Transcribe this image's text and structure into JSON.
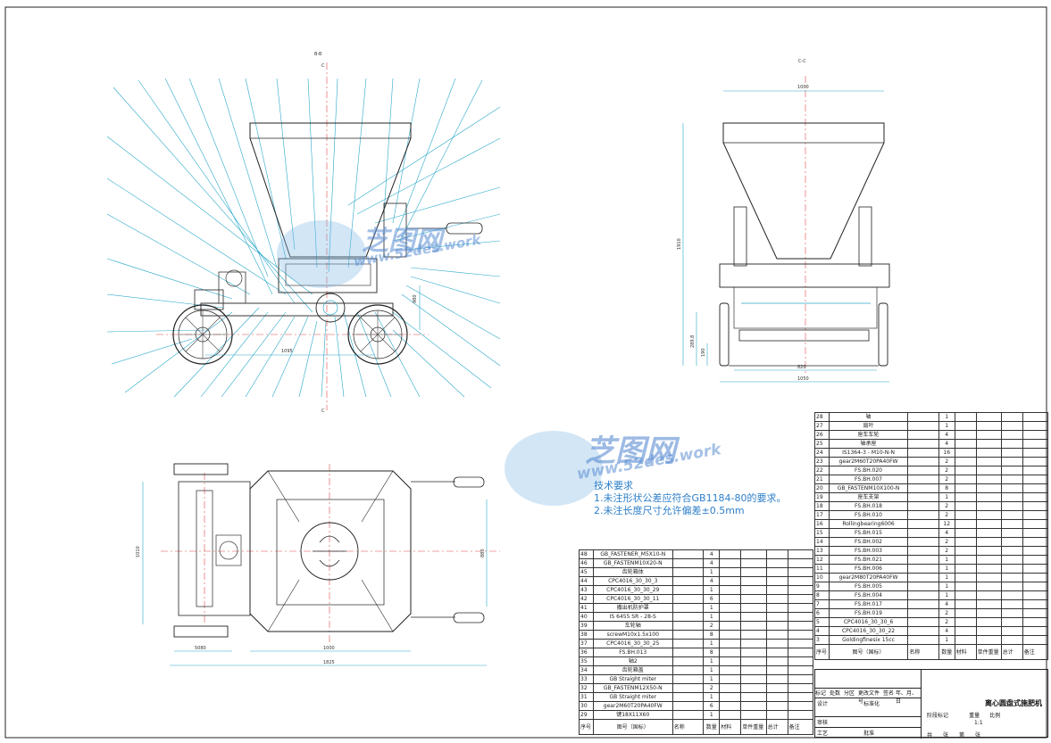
{
  "views": {
    "section_bb": "B-B",
    "section_cc": "C-C",
    "cut_mark_top": "C",
    "cut_mark_bottom": "C"
  },
  "dimensions": {
    "side_length": "1095",
    "side_height": "980",
    "front_top_width": "1000",
    "front_height": "1910",
    "front_left_a": "289.8",
    "front_left_b": "190",
    "front_inner_width": "820",
    "front_outer_width": "1050",
    "plan_left_width": "1010",
    "plan_right_height": "880",
    "plan_left_offset": "5080",
    "plan_inner_width": "1000",
    "plan_overall_width": "1825"
  },
  "watermark": {
    "brand": "芝图网",
    "url": "www.52des.work"
  },
  "technical_requirements": {
    "title": "技术要求",
    "items": [
      "1.未注形状公差应符合GB1184-80的要求。",
      "2.未注长度尺寸允许偏差±0.5mm"
    ]
  },
  "bom_left": {
    "rows": [
      {
        "seq": "48",
        "code": "GB_FASTENER_M5X10-N",
        "qty": "4"
      },
      {
        "seq": "46",
        "code": "GB_FASTENM10X20-N",
        "qty": "4"
      },
      {
        "seq": "45",
        "code": "齿轮箱体",
        "qty": "1"
      },
      {
        "seq": "44",
        "code": "CPC4016_30_30_3",
        "qty": "4"
      },
      {
        "seq": "43",
        "code": "CPC4016_30_30_29",
        "qty": "1"
      },
      {
        "seq": "42",
        "code": "CPC4016_30_30_11",
        "qty": "6"
      },
      {
        "seq": "41",
        "code": "撒出机防护罩",
        "qty": "1"
      },
      {
        "seq": "40",
        "code": "IS 6455 SR - 28-S",
        "qty": "1"
      },
      {
        "seq": "39",
        "code": "车轮轴",
        "qty": "2"
      },
      {
        "seq": "38",
        "code": "screwM10x1.5x100",
        "qty": "8"
      },
      {
        "seq": "37",
        "code": "CPC4016_30_30_25",
        "qty": "1"
      },
      {
        "seq": "36",
        "code": "FS.BH.013",
        "qty": "8"
      },
      {
        "seq": "35",
        "code": "轴2",
        "qty": "1"
      },
      {
        "seq": "34",
        "code": "齿轮箱盖",
        "qty": "1"
      },
      {
        "seq": "33",
        "code": "GB Straight miter",
        "qty": "1"
      },
      {
        "seq": "32",
        "code": "GB_FASTENM12X50-N",
        "qty": "2"
      },
      {
        "seq": "31",
        "code": "GB Straight miter",
        "qty": "1"
      },
      {
        "seq": "30",
        "code": "gear2M60T20PA40FW",
        "qty": "6"
      },
      {
        "seq": "29",
        "code": "键18X11X60",
        "qty": "1"
      }
    ],
    "header": {
      "seq": "序号",
      "code": "图号（国标）",
      "name": "名称",
      "qty": "数量",
      "material": "材料",
      "unit": "单件重量",
      "total": "总计",
      "note": "备注"
    }
  },
  "bom_right": {
    "rows": [
      {
        "seq": "28",
        "code": "轴",
        "qty": "1"
      },
      {
        "seq": "27",
        "code": "扇叶",
        "qty": "1"
      },
      {
        "seq": "26",
        "code": "座车车轮",
        "qty": "4"
      },
      {
        "seq": "25",
        "code": "轴承座",
        "qty": "4"
      },
      {
        "seq": "24",
        "code": "IS1364-3 - M10-N-N",
        "qty": "16"
      },
      {
        "seq": "23",
        "code": "gear2M60T20PA40FW",
        "qty": "2"
      },
      {
        "seq": "22",
        "code": "FS.BH.020",
        "qty": "2"
      },
      {
        "seq": "21",
        "code": "FS.BH.007",
        "qty": "2"
      },
      {
        "seq": "20",
        "code": "GB_FASTENM10X100-N",
        "qty": "8"
      },
      {
        "seq": "19",
        "code": "座车支架",
        "qty": "1"
      },
      {
        "seq": "18",
        "code": "FS.BH.018",
        "qty": "2"
      },
      {
        "seq": "17",
        "code": "FS.BH.010",
        "qty": "2"
      },
      {
        "seq": "16",
        "code": "Rollingbearing6006",
        "qty": "12"
      },
      {
        "seq": "15",
        "code": "FS.BH.015",
        "qty": "4"
      },
      {
        "seq": "14",
        "code": "FS.BH.002",
        "qty": "2"
      },
      {
        "seq": "13",
        "code": "FS.BH.003",
        "qty": "2"
      },
      {
        "seq": "12",
        "code": "FS.BH.021",
        "qty": "1"
      },
      {
        "seq": "11",
        "code": "FS.BH.006",
        "qty": "1"
      },
      {
        "seq": "10",
        "code": "gear2M80T20PA40FW",
        "qty": "1"
      },
      {
        "seq": "9",
        "code": "FS.BH.005",
        "qty": "1"
      },
      {
        "seq": "8",
        "code": "FS.BH.004",
        "qty": "1"
      },
      {
        "seq": "7",
        "code": "FS.BH.017",
        "qty": "4"
      },
      {
        "seq": "6",
        "code": "FS.BH.019",
        "qty": "2"
      },
      {
        "seq": "5",
        "code": "CPC4016_30_30_6",
        "qty": "2"
      },
      {
        "seq": "4",
        "code": "CPC4016_30_30_22",
        "qty": "4"
      },
      {
        "seq": "3",
        "code": "Goldingfinesix 15cc",
        "qty": "1"
      }
    ],
    "header": {
      "seq": "序号",
      "code": "图号（国标）",
      "name": "名称",
      "qty": "数量",
      "material": "材料",
      "unit": "单件重量",
      "total": "总计",
      "note": "备注"
    }
  },
  "title_block": {
    "drawing_title": "离心圆盘式施肥机",
    "scale": "1:1",
    "row1": [
      "标记",
      "处数",
      "分区",
      "更改文件号",
      "签名",
      "年、月、日"
    ],
    "row2": [
      "设计",
      "标准化"
    ],
    "row3": [
      "审核"
    ],
    "row4": [
      "工艺",
      "批准"
    ],
    "stage_labels": [
      "阶段标记",
      "重量",
      "比例"
    ],
    "sheet_labels": [
      "共",
      "张",
      "第",
      "张"
    ]
  }
}
